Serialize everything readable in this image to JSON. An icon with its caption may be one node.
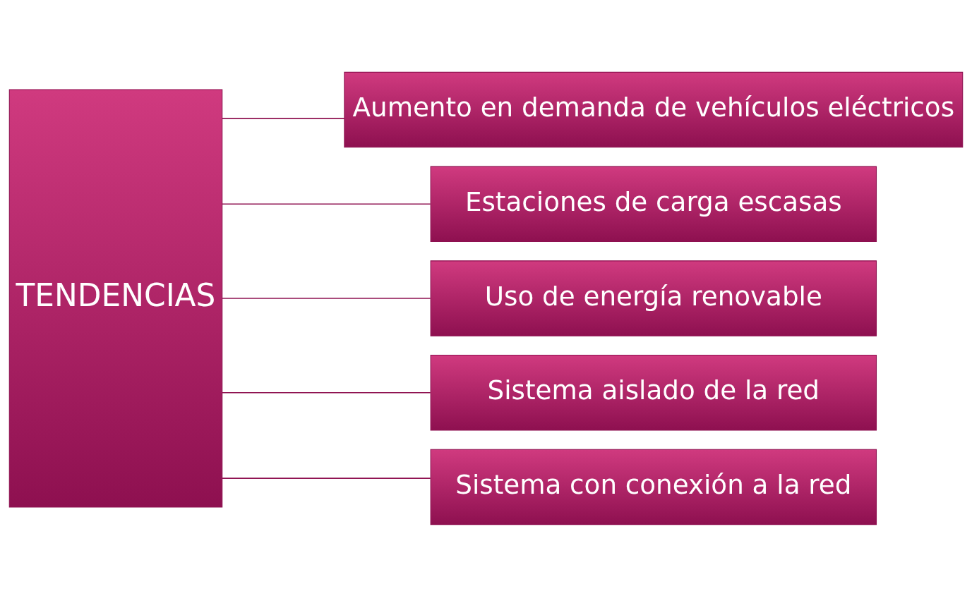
{
  "diagram": {
    "nodes": [
      {
        "text": [
          "TENDENCIAS"
        ]
      },
      {
        "text": [
          "Aumento en demanda de vehículos eléctricos"
        ]
      },
      {
        "text": [
          "Estaciones de carga escasas"
        ]
      },
      {
        "text": [
          "Uso de energía renovable"
        ]
      },
      {
        "text": [
          "Sistema aislado de la red"
        ]
      },
      {
        "text": [
          "Sistema con conexión a la red"
        ]
      }
    ],
    "edges": [
      {
        "from": 0,
        "to": 1,
        "arrow": "none"
      },
      {
        "from": 0,
        "to": 2,
        "arrow": "none"
      },
      {
        "from": 0,
        "to": 3,
        "arrow": "none"
      },
      {
        "from": 0,
        "to": 4,
        "arrow": "none"
      },
      {
        "from": 0,
        "to": 5,
        "arrow": "none"
      }
    ]
  }
}
